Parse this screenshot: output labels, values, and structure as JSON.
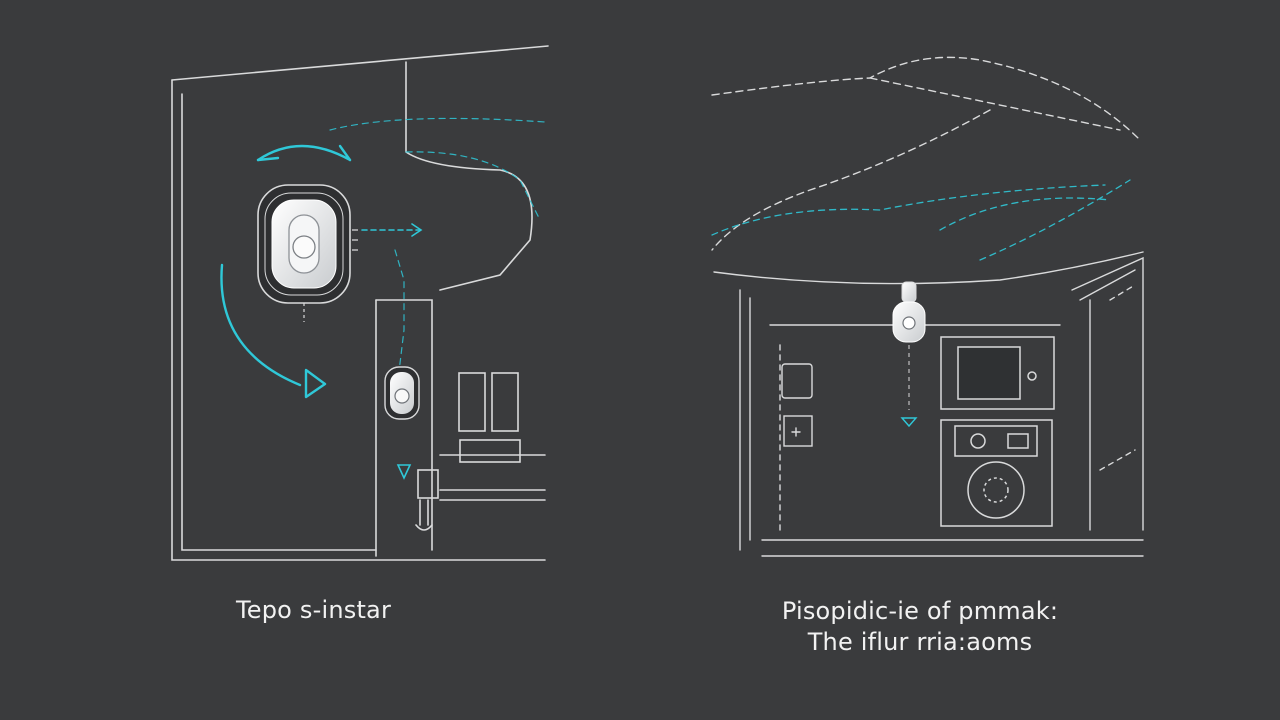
{
  "panels": {
    "left": {
      "caption": "Tepo s-instar"
    },
    "right": {
      "caption_line1": "Pisopidic-ie of pmmak:",
      "caption_line2": "The iflur rria:aoms"
    }
  },
  "colors": {
    "background": "#3a3b3d",
    "line": "#d9dadb",
    "accent": "#2fc8d8",
    "device": "#eceeef",
    "caption": "#f2f2f2"
  },
  "icons": [
    "rotate-arrow-icon",
    "direction-arrow-icon",
    "smart-device-icon",
    "camera-device-icon",
    "screen-panel-icon",
    "control-panel-icon"
  ]
}
